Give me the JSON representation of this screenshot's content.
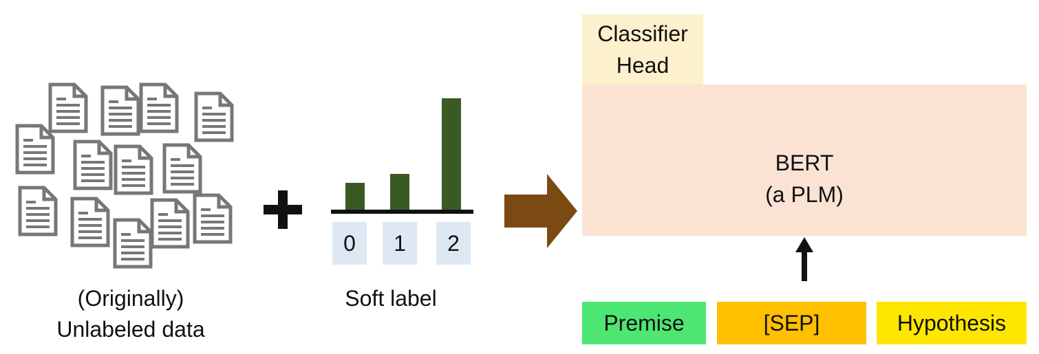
{
  "unlabeled": {
    "caption_line1": "(Originally)",
    "caption_line2": "Unlabeled data",
    "icon": "document-icon"
  },
  "plus": {
    "icon": "plus-icon"
  },
  "soft_label": {
    "caption": "Soft label",
    "categories": [
      "0",
      "1",
      "2"
    ],
    "values": [
      0.24,
      0.32,
      1.0
    ],
    "bar_color": "#3b5a23"
  },
  "arrow": {
    "icon": "arrow-right-icon",
    "color": "#7b4a12"
  },
  "model": {
    "head_line1": "Classifier",
    "head_line2": "Head",
    "head_color": "#fdf0cc",
    "bert_line1": "BERT",
    "bert_line2": "(a PLM)",
    "bert_color": "#fbe3d4",
    "up_arrow_icon": "arrow-up-icon"
  },
  "inputs": [
    {
      "label": "Premise",
      "color": "#4de673"
    },
    {
      "label": "[SEP]",
      "color": "#ffc000"
    },
    {
      "label": "Hypothesis",
      "color": "#ffe600"
    }
  ]
}
